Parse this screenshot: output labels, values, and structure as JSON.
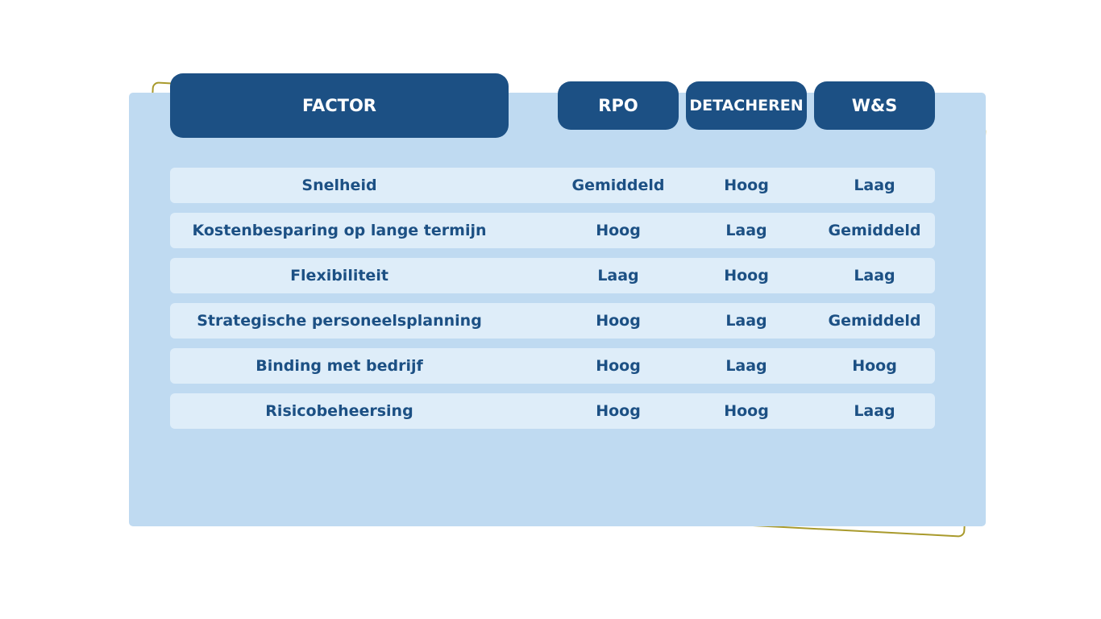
{
  "headers": {
    "factor": "FACTOR",
    "rpo": "RPO",
    "detacheren": "DETACHEREN",
    "ws": "W&S"
  },
  "rows": [
    {
      "factor": "Snelheid",
      "rpo": "Gemiddeld",
      "detacheren": "Hoog",
      "ws": "Laag"
    },
    {
      "factor": "Kostenbesparing op lange termijn",
      "rpo": "Hoog",
      "detacheren": "Laag",
      "ws": "Gemiddeld"
    },
    {
      "factor": "Flexibiliteit",
      "rpo": "Laag",
      "detacheren": "Hoog",
      "ws": "Laag"
    },
    {
      "factor": "Strategische personeelsplanning",
      "rpo": "Hoog",
      "detacheren": "Laag",
      "ws": "Gemiddeld"
    },
    {
      "factor": "Binding met bedrijf",
      "rpo": "Hoog",
      "detacheren": "Laag",
      "ws": "Hoog"
    },
    {
      "factor": "Risicobeheersing",
      "rpo": "Hoog",
      "detacheren": "Hoog",
      "ws": "Laag"
    }
  ],
  "colors": {
    "header_bg": "#1c5084",
    "panel_bg": "#bfdaf1",
    "row_bg": "#deedf9",
    "text": "#1c5084",
    "frame": "#a99a2c"
  }
}
